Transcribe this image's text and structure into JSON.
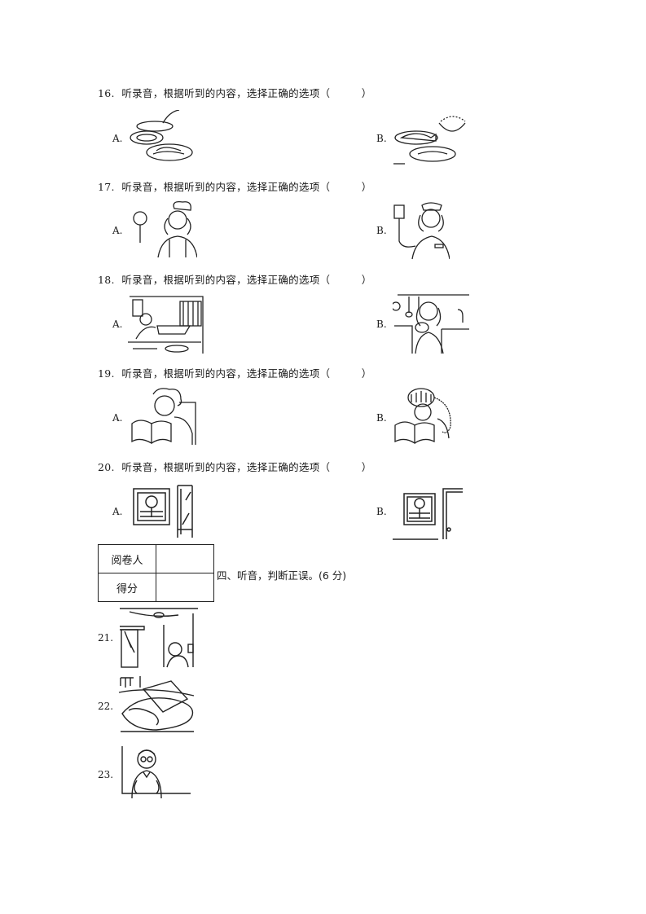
{
  "questions": [
    {
      "number": "16.",
      "prompt": "听录音，根据听到的内容，选择正确的选项（　　　）",
      "options": [
        {
          "label": "A.",
          "image": "plates-of-food-illustration"
        },
        {
          "label": "B.",
          "image": "fish-and-rice-illustration"
        }
      ]
    },
    {
      "number": "17.",
      "prompt": "听录音，根据听到的内容，选择正确的选项（　　　）",
      "options": [
        {
          "label": "A.",
          "image": "cook-with-pan-illustration"
        },
        {
          "label": "B.",
          "image": "nurse-with-drip-illustration"
        }
      ]
    },
    {
      "number": "18.",
      "prompt": "听录音，根据听到的内容，选择正确的选项（　　　）",
      "options": [
        {
          "label": "A.",
          "image": "study-room-illustration"
        },
        {
          "label": "B.",
          "image": "kitchen-girl-illustration"
        }
      ]
    },
    {
      "number": "19.",
      "prompt": "听录音，根据听到的内容，选择正确的选项（　　　）",
      "options": [
        {
          "label": "A.",
          "image": "boy-reading-illustration"
        },
        {
          "label": "B.",
          "image": "girl-reading-illustration"
        }
      ]
    },
    {
      "number": "20.",
      "prompt": "听录音，根据听到的内容，选择正确的选项（　　　）",
      "options": [
        {
          "label": "A.",
          "image": "picture-near-window-illustration"
        },
        {
          "label": "B.",
          "image": "picture-near-door-illustration"
        }
      ]
    }
  ],
  "score_table": {
    "reviewer_label": "阅卷人",
    "score_label": "得分",
    "reviewer_value": "",
    "score_value": ""
  },
  "section4": {
    "title": "四、听音，判断正误。(6 分)"
  },
  "judge_items": [
    {
      "number": "21.",
      "image": "room-boy-switch-illustration"
    },
    {
      "number": "22.",
      "image": "bed-with-notebook-illustration"
    },
    {
      "number": "23.",
      "image": "man-with-glasses-illustration"
    }
  ]
}
